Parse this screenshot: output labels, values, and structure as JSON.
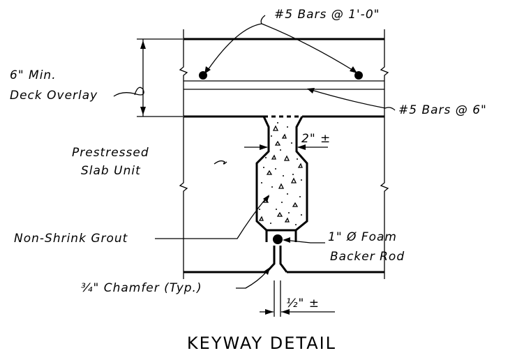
{
  "drawing": {
    "title": "KEYWAY DETAIL",
    "labels": {
      "bars_top": "#5 Bars @ 1'-0\"",
      "overlay_line1": "6\" Min.",
      "overlay_line2": "Deck Overlay",
      "bars_6": "#5 Bars @ 6\"",
      "slab_line1": "Prestressed",
      "slab_line2": "Slab Unit",
      "keyway_width": "2\" ±",
      "grout": "Non-Shrink Grout",
      "foam_line1": "1\" Ø Foam",
      "foam_line2": "Backer Rod",
      "chamfer": "¾\" Chamfer (Typ.)",
      "gap": "½\" ±"
    },
    "colors": {
      "line": "#000000",
      "background": "#ffffff"
    }
  }
}
